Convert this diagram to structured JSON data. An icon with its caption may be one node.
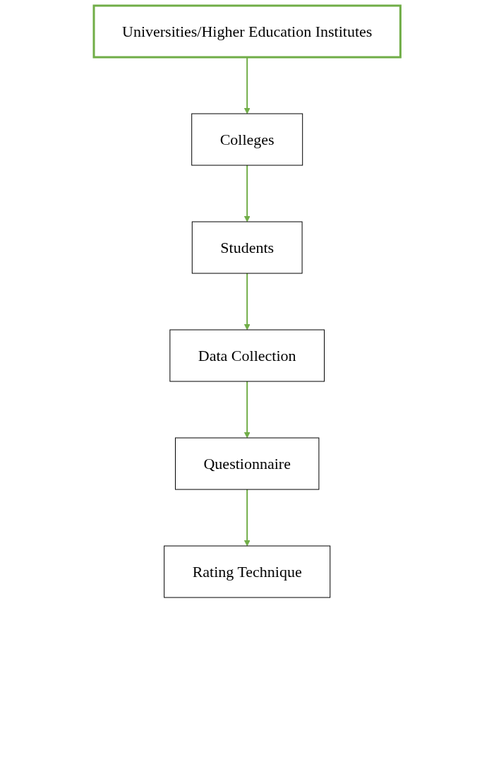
{
  "diagram": {
    "nodes": [
      {
        "text": [
          "Universities/Higher Education Institutes"
        ]
      },
      {
        "text": [
          "Colleges"
        ]
      },
      {
        "text": [
          "Students"
        ]
      },
      {
        "text": [
          "Data Collection"
        ]
      },
      {
        "text": [
          "Questionnaire"
        ]
      },
      {
        "text": [
          "Rating Technique"
        ]
      }
    ],
    "edges": [
      {
        "from": 0,
        "to": 1,
        "arrow": "to",
        "color": "#70ad47"
      },
      {
        "from": 1,
        "to": 2,
        "arrow": "to",
        "color": "#70ad47"
      },
      {
        "from": 2,
        "to": 3,
        "arrow": "to",
        "color": "#70ad47"
      },
      {
        "from": 3,
        "to": 4,
        "arrow": "to",
        "color": "#70ad47"
      },
      {
        "from": 4,
        "to": 5,
        "arrow": "to",
        "color": "#70ad47"
      }
    ]
  }
}
